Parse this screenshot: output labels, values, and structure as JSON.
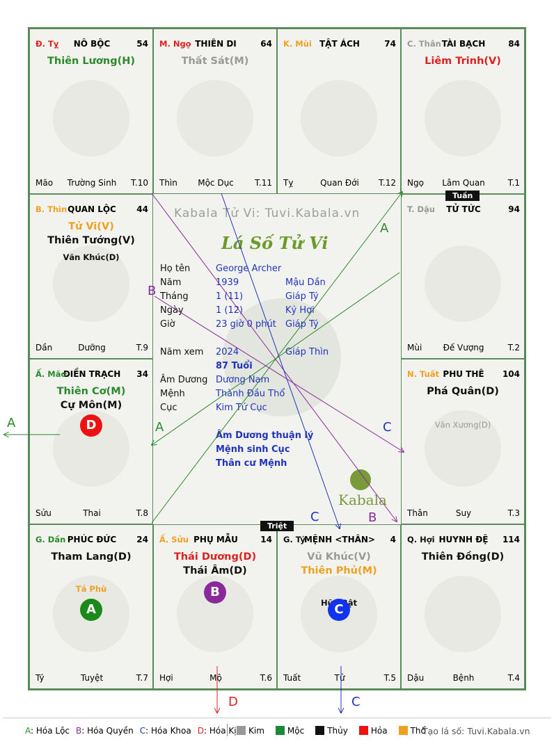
{
  "palaces": [
    {
      "branch": "Đ. Tỵ",
      "name": "NÔ BỘC",
      "age": "54",
      "stars": [
        {
          "text": "Thiên Lương(H)",
          "color": "#2a8a2a"
        }
      ],
      "minor": "",
      "foot": [
        "Mão",
        "Trường Sinh",
        "T.10"
      ]
    },
    {
      "branch": "M. Ngọ",
      "name": "THIÊN DI",
      "age": "64",
      "stars": [
        {
          "text": "Thất Sát(M)",
          "color": "#999999"
        }
      ],
      "minor": "",
      "foot": [
        "Thìn",
        "Mộc Dục",
        "T.11"
      ]
    },
    {
      "branch": "K. Mùi",
      "name": "TẬT ÁCH",
      "age": "74",
      "stars": [],
      "minor": "",
      "foot": [
        "Tỵ",
        "Quan Đới",
        "T.12"
      ]
    },
    {
      "branch": "C. Thân",
      "name": "TÀI BẠCH",
      "age": "84",
      "stars": [
        {
          "text": "Liêm Trinh(V)",
          "color": "#e02020"
        }
      ],
      "minor": "",
      "foot": [
        "Ngọ",
        "Lâm Quan",
        "T.1"
      ]
    },
    {
      "branch": "B. Thìn",
      "name": "QUAN LỘC",
      "age": "44",
      "stars": [
        {
          "text": "Tử Vi(V)",
          "color": "#f0a020"
        },
        {
          "text": "Thiên Tướng(V)",
          "color": "#111111"
        }
      ],
      "minor": "Văn Khúc(D)",
      "foot": [
        "Dần",
        "Dưỡng",
        "T.9"
      ]
    },
    {
      "branch": "T. Dậu",
      "name": "TỬ TỨC",
      "age": "94",
      "stars": [],
      "minor": "",
      "foot": [
        "Mùi",
        "Đế Vượng",
        "T.2"
      ]
    },
    {
      "branch": "Ấ. Mão",
      "name": "ĐIỀN TRẠCH",
      "age": "34",
      "stars": [
        {
          "text": "Thiên Cơ(M)",
          "color": "#2a8a2a"
        },
        {
          "text": "Cự Môn(M)",
          "color": "#111111"
        }
      ],
      "minor": "",
      "foot": [
        "Sửu",
        "Thai",
        "T.8"
      ]
    },
    {
      "branch": "N. Tuất",
      "name": "PHU THÊ",
      "age": "104",
      "stars": [
        {
          "text": "Phá Quân(D)",
          "color": "#111111"
        }
      ],
      "minor": "Văn Xương(D)",
      "foot": [
        "Thân",
        "Suy",
        "T.3"
      ]
    },
    {
      "branch": "G. Dần",
      "name": "PHÚC ĐỨC",
      "age": "24",
      "stars": [
        {
          "text": "Tham Lang(D)",
          "color": "#111111"
        }
      ],
      "minor": "Tả Phù",
      "foot": [
        "Tý",
        "Tuyệt",
        "T.7"
      ]
    },
    {
      "branch": "Ấ. Sửu",
      "name": "PHỤ MẪU",
      "age": "14",
      "stars": [
        {
          "text": "Thái Dương(D)",
          "color": "#e02020"
        },
        {
          "text": "Thái Âm(D)",
          "color": "#111111"
        }
      ],
      "minor": "",
      "foot": [
        "Hợi",
        "Mộ",
        "T.6"
      ]
    },
    {
      "branch": "G. Tý",
      "name": "MỆNH <THÂN>",
      "age": "4",
      "stars": [
        {
          "text": "Vũ Khúc(V)",
          "color": "#999999"
        },
        {
          "text": "Thiên Phủ(M)",
          "color": "#f0a020"
        }
      ],
      "minor": "Hữu Bật",
      "foot": [
        "Tuất",
        "Tử",
        "T.5"
      ]
    },
    {
      "branch": "Q. Hợi",
      "name": "HUYNH ĐỆ",
      "age": "114",
      "stars": [
        {
          "text": "Thiên Đồng(D)",
          "color": "#111111"
        }
      ],
      "minor": "",
      "foot": [
        "Dậu",
        "Bệnh",
        "T.4"
      ]
    }
  ],
  "branch_colors": [
    "#e02020",
    "#e02020",
    "#f0a020",
    "#999999",
    "#f0a020",
    "#999999",
    "#2a8a2a",
    "#f0a020",
    "#2a8a2a",
    "#f0a020",
    "#111111",
    "#111111"
  ],
  "minor_colors": [
    "",
    "",
    "",
    "",
    "#111111",
    "",
    "",
    "#999999",
    "#f0a020",
    "",
    "#111111",
    ""
  ],
  "badges": {
    "dien_trach": "D",
    "phuc_duc": "A",
    "phu_mau": "B",
    "menh": "C"
  },
  "tags": {
    "tuan": "Tuần",
    "triet": "Triệt"
  },
  "center": {
    "site": "Kabala Tử Vi: Tuvi.Kabala.vn",
    "title": "Lá Số Tử Vi",
    "rows": [
      {
        "label": "Họ tên",
        "v1": "George Archer",
        "v2": ""
      },
      {
        "label": "Năm",
        "v1": "1939",
        "v2": "Mậu Dần"
      },
      {
        "label": "Tháng",
        "v1": "1  (11)",
        "v2": "Giáp Tý"
      },
      {
        "label": "Ngày",
        "v1": "1  (12)",
        "v2": "Kỷ Hợi"
      },
      {
        "label": "Giờ",
        "v1": "23 giờ 0 phút",
        "v2": "Giáp Tý"
      },
      {
        "label": "Năm xem",
        "v1": "2024",
        "v2": "Giáp Thìn"
      },
      {
        "label": "",
        "v1": "87 Tuổi",
        "v2": ""
      },
      {
        "label": "Âm Dương",
        "v1": "Dương Nam",
        "v2": ""
      },
      {
        "label": "Mệnh",
        "v1": "Thành Đầu Thổ",
        "v2": ""
      },
      {
        "label": "Cục",
        "v1": "Kim Tứ Cục",
        "v2": ""
      }
    ],
    "notes": [
      "Âm Dương thuận lý",
      "Mệnh sinh Cục",
      "Thân cư Mệnh"
    ],
    "logo": "Kabala"
  },
  "arrow_labels": {
    "a": "A",
    "b": "B",
    "c": "C",
    "d": "D"
  },
  "legend": {
    "items": [
      {
        "k": "A",
        "t": ": Hóa Lộc",
        "c": "#2a8a2a"
      },
      {
        "k": "B",
        "t": ": Hóa Quyền",
        "c": "#8a2a9a"
      },
      {
        "k": "C",
        "t": ": Hóa Khoa",
        "c": "#2233bb"
      },
      {
        "k": "D",
        "t": ": Hóa Kị",
        "c": "#e02020"
      }
    ],
    "elements": [
      {
        "t": "Kim",
        "c": "#999999"
      },
      {
        "t": "Mộc",
        "c": "#1a8a3a"
      },
      {
        "t": "Thủy",
        "c": "#111111"
      },
      {
        "t": "Hỏa",
        "c": "#ee1111"
      },
      {
        "t": "Thổ",
        "c": "#f0a020"
      }
    ],
    "site": "Tạo lá số: Tuvi.Kabala.vn"
  },
  "colors": {
    "hoa_loc": "#2a8a2a",
    "hoa_quyen": "#8a2a9a",
    "hoa_khoa": "#2233bb",
    "hoa_ki": "#e02020"
  }
}
